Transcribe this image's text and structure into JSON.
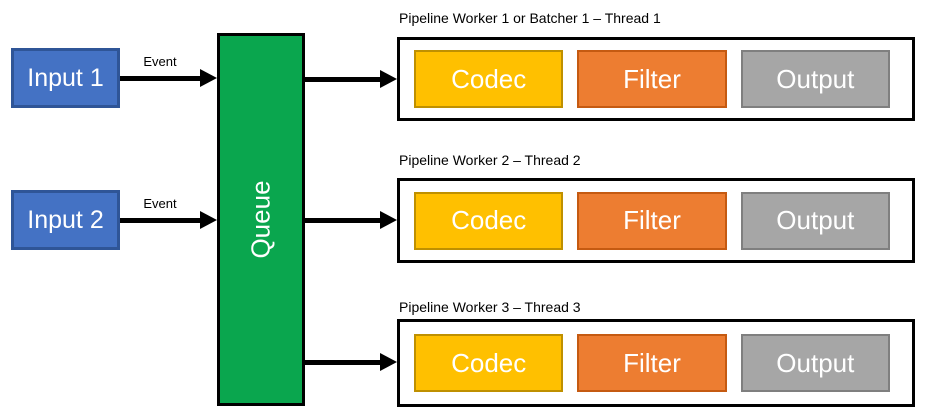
{
  "inputs": [
    {
      "label": "Input 1"
    },
    {
      "label": "Input 2"
    }
  ],
  "event_labels": [
    "Event",
    "Event"
  ],
  "queue": {
    "label": "Queue"
  },
  "workers": [
    {
      "title": "Pipeline Worker 1 or Batcher 1 – Thread 1",
      "stages": [
        {
          "label": "Codec"
        },
        {
          "label": "Filter"
        },
        {
          "label": "Output"
        }
      ]
    },
    {
      "title": "Pipeline Worker 2 – Thread 2",
      "stages": [
        {
          "label": "Codec"
        },
        {
          "label": "Filter"
        },
        {
          "label": "Output"
        }
      ]
    },
    {
      "title": "Pipeline Worker 3 – Thread 3",
      "stages": [
        {
          "label": "Codec"
        },
        {
          "label": "Filter"
        },
        {
          "label": "Output"
        }
      ]
    }
  ],
  "colors": {
    "input_fill": "#4472C4",
    "input_border": "#2F5597",
    "queue_fill": "#0AA64E",
    "codec_fill": "#FFC000",
    "codec_border": "#BF9000",
    "filter_fill": "#ED7D31",
    "filter_border": "#C55A11",
    "output_fill": "#A6A6A6",
    "output_border": "#7F7F7F",
    "line": "#000000"
  }
}
